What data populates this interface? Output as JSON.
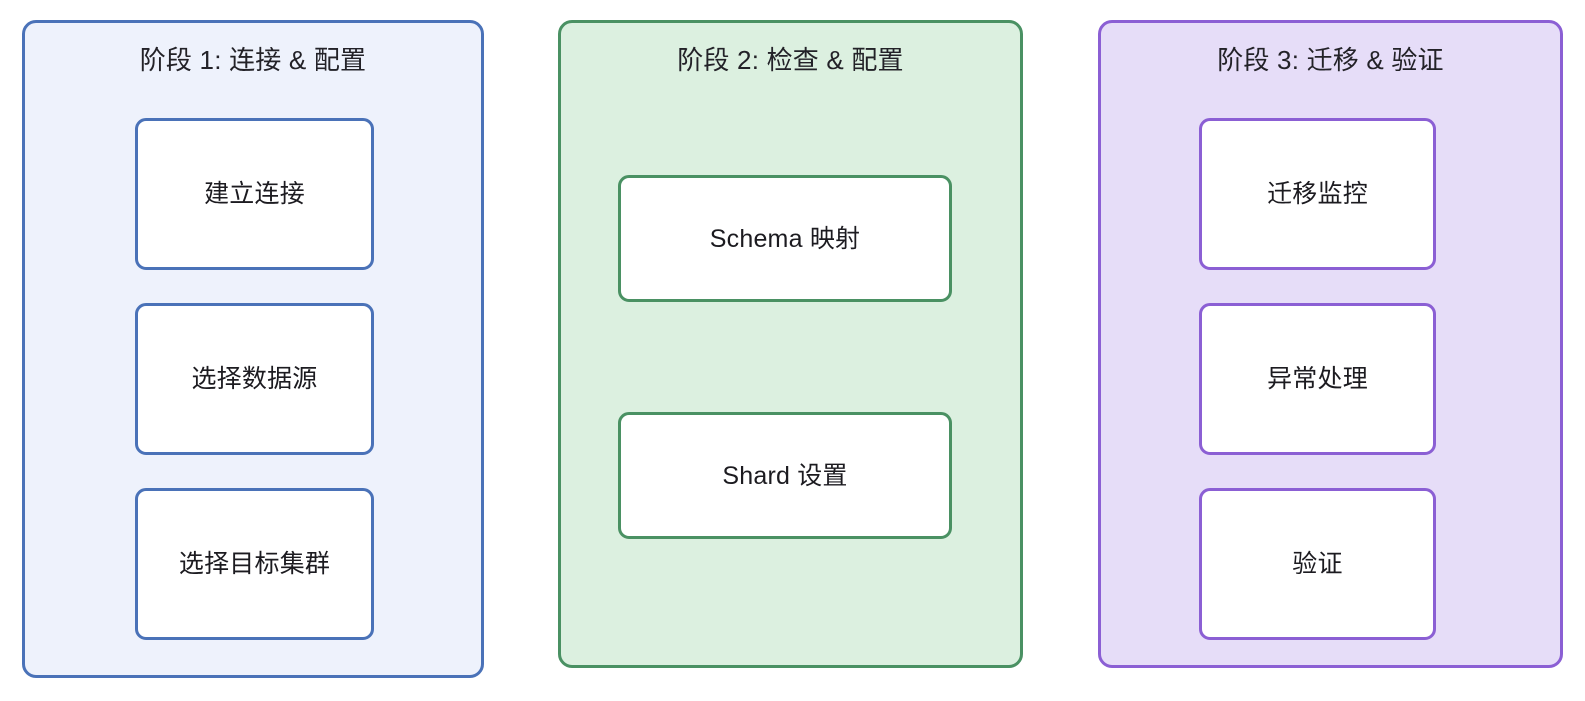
{
  "diagram": {
    "type": "flowchart-phase-columns",
    "background_color": "#ffffff",
    "phases": [
      {
        "title": "阶段 1: 连接 & 配置",
        "border_color": "#4a72b8",
        "fill_color": "#eef2fc",
        "steps": [
          {
            "label": "建立连接"
          },
          {
            "label": "选择数据源"
          },
          {
            "label": "选择目标集群"
          }
        ]
      },
      {
        "title": "阶段 2: 检查 & 配置",
        "border_color": "#4a9163",
        "fill_color": "#dcf0e0",
        "steps": [
          {
            "label": "Schema 映射"
          },
          {
            "label": "Shard 设置"
          }
        ]
      },
      {
        "title": "阶段 3: 迁移 & 验证",
        "border_color": "#8b5fd4",
        "fill_color": "#e6ddf8",
        "steps": [
          {
            "label": "迁移监控"
          },
          {
            "label": "异常处理"
          },
          {
            "label": "验证"
          }
        ]
      }
    ]
  }
}
